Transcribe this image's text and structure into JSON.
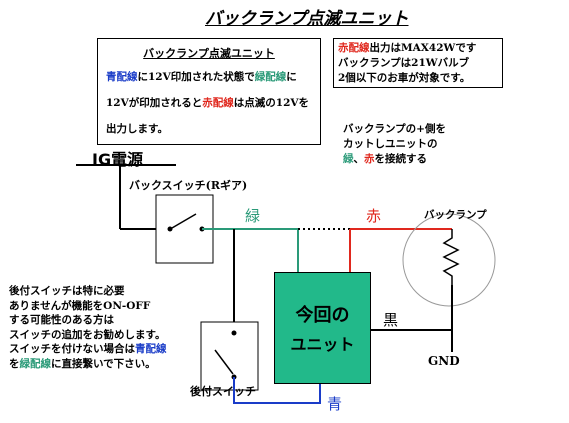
{
  "title": "バックランプ点滅ユニット",
  "info_box": {
    "heading": "バックランプ点滅ユニット",
    "line1_parts": [
      "青配線",
      "に12V印加された状態で",
      "緑配線",
      "に"
    ],
    "line2_parts": [
      "12Vが印加されると",
      "赤配線",
      "は点滅の12Vを"
    ],
    "line3": "出力します。"
  },
  "note_box": {
    "line1_parts": [
      "赤配線",
      "出力はMAX42Wです"
    ],
    "line2": "バックランプは21Wバルブ",
    "line3": "2個以下のお車が対象です。"
  },
  "cut_note": {
    "line1": "バックランプの+側を",
    "line2": "カットしユニットの",
    "line3_parts": [
      "緑",
      "、",
      "赤",
      "を接続する"
    ]
  },
  "labels": {
    "ig_power": "IG電源",
    "back_switch": "バックスイッチ(Rギア)",
    "green_wire": "緑",
    "red_wire": "赤",
    "back_lamp": "バックランプ",
    "black_wire": "黒",
    "gnd": "GND",
    "retrofit_switch": "後付スイッチ",
    "blue_wire": "青"
  },
  "unit": {
    "line1": "今回の",
    "line2": "ユニット"
  },
  "side_note": {
    "line1": "後付スイッチは特に必要",
    "line2": "ありませんが機能をON-OFF",
    "line3": "する可能性のある方は",
    "line4": "スイッチの追加をお勧めします。",
    "line5_parts": [
      "スイッチを付けない場合は",
      "青配線"
    ],
    "line6_parts": [
      "を",
      "緑配線",
      "に直接繋いで下さい。"
    ]
  },
  "colors": {
    "green_wire": "#2a9a78",
    "red_wire": "#e0281e",
    "blue_wire": "#1a3cc8",
    "unit_fill": "#22b98a"
  }
}
